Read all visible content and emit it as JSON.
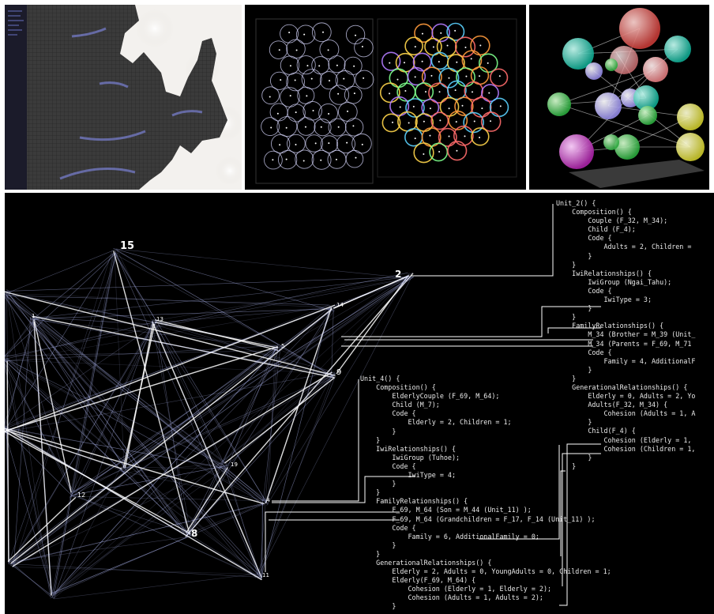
{
  "network": {
    "labels": {
      "n15": "15",
      "n2": "2",
      "n1": "1",
      "n13": "13",
      "n14": "14",
      "n5": "5",
      "n9": "9",
      "n19": "19",
      "n12": "12",
      "n8": "8",
      "n4": "4",
      "n11": "11"
    }
  },
  "code_unit2": [
    "Unit_2() {",
    "    Composition() {",
    "        Couple (F_32, M_34);",
    "        Child (F_4);",
    "        Code {",
    "            Adults = 2, Children =",
    "        }",
    "    }",
    "    IwiRelationships() {",
    "        IwiGroup (Ngai_Tahu);",
    "        Code {",
    "            IwiType = 3;",
    "        }",
    "    }",
    "    FamilyRelationships() {",
    "        M_34 (Brother = M_39 (Unit_",
    "        M_34 (Parents = F_69, M_71",
    "        Code {",
    "            Family = 4, AdditionalF",
    "        }",
    "    }",
    "    GenerationalRelationships() {",
    "        Elderly = 0, Adults = 2, Yo",
    "        Adults(F_32, M_34) {",
    "            Cohesion (Adults = 1, A",
    "        }",
    "        Child(F_4) {",
    "            Cohesion (Elderly = 1,",
    "            Cohesion (Children = 1,",
    "        }",
    "    }"
  ],
  "code_unit4": [
    "Unit_4() {",
    "    Composition() {",
    "        ElderlyCouple (F_69, M_64);",
    "        Child (M_7);",
    "        Code {",
    "            Elderly = 2, Children = 1;",
    "        }",
    "    }",
    "    IwiRelationships() {",
    "        IwiGroup (Tuhoe);",
    "        Code {",
    "            IwiType = 4;",
    "        }",
    "    }",
    "    FamilyRelationships() {",
    "        F_69, M_64 (Son = M_44 (Unit_11) );",
    "        F_69, M_64 (Grandchildren = F_17, F_14 (Unit_11) );",
    "        Code {",
    "            Family = 6, AdditionalFamily = 0;",
    "        }",
    "    }",
    "    GenerationalRelationships() {",
    "        Elderly = 2, Adults = 0, YoungAdults = 0, Children = 1;",
    "        Elderly(F_69, M_64) {",
    "            Cohesion (Elderly = 1, Elderly = 2);",
    "            Cohesion (Adults = 1, Adults = 2);",
    "        }"
  ],
  "colors": {
    "panel_bg": "#000000",
    "map_bg": "#f3f1ee",
    "map_land": "#3a3a3a",
    "text": "#eaeaea",
    "edge": "#b9c2ff"
  }
}
